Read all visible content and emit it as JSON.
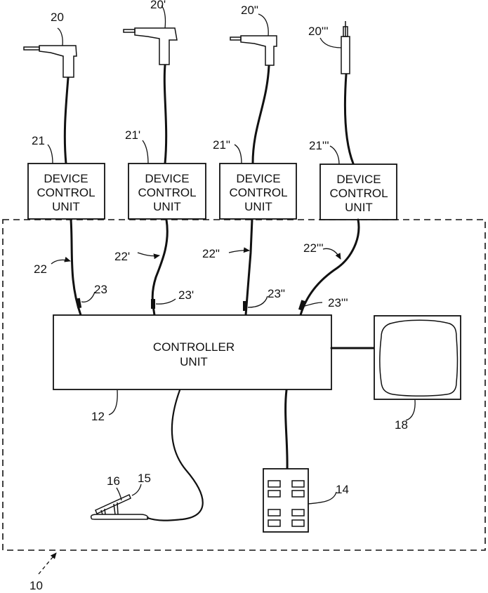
{
  "figure": {
    "system_ref": "10",
    "controller": {
      "ref": "12",
      "line1": "CONTROLLER",
      "line2": "UNIT"
    },
    "remote": {
      "ref": "14"
    },
    "foot_pedal": {
      "ref": "16",
      "pedal_ref": "15"
    },
    "monitor": {
      "ref": "18"
    },
    "devices": [
      {
        "ref": "20",
        "type": "angled-handpiece"
      },
      {
        "ref": "20'",
        "type": "angled-handpiece"
      },
      {
        "ref": "20\"",
        "type": "angled-handpiece"
      },
      {
        "ref": "20'''",
        "type": "straight-handpiece"
      }
    ],
    "control_units": [
      {
        "ref": "21",
        "line1": "DEVICE",
        "line2": "CONTROL",
        "line3": "UNIT"
      },
      {
        "ref": "21'",
        "line1": "DEVICE",
        "line2": "CONTROL",
        "line3": "UNIT"
      },
      {
        "ref": "21\"",
        "line1": "DEVICE",
        "line2": "CONTROL",
        "line3": "UNIT"
      },
      {
        "ref": "21'''",
        "line1": "DEVICE",
        "line2": "CONTROL",
        "line3": "UNIT"
      }
    ],
    "cables": [
      {
        "ref": "22",
        "connector_ref": "23"
      },
      {
        "ref": "22'",
        "connector_ref": "23'"
      },
      {
        "ref": "22\"",
        "connector_ref": "23\""
      },
      {
        "ref": "22'''",
        "connector_ref": "23'''"
      }
    ]
  }
}
